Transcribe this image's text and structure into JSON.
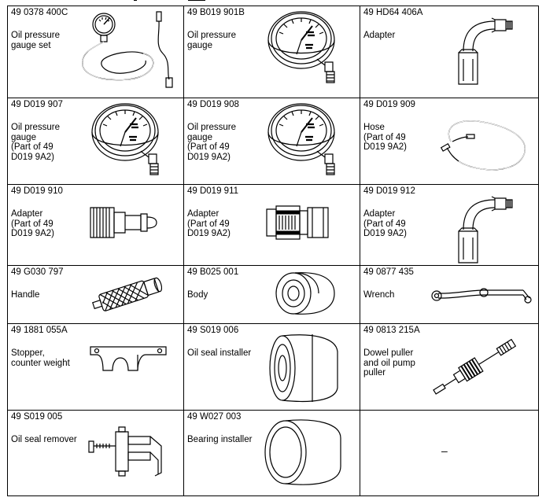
{
  "table": {
    "rows": [
      [
        {
          "part": "49 0378 400C",
          "desc": [
            "Oil pressure",
            "gauge set"
          ],
          "icon": "oil-pressure-gauge-set-icon"
        },
        {
          "part": "49 B019 901B",
          "desc": [
            "Oil pressure",
            "gauge"
          ],
          "icon": "oil-pressure-gauge-icon"
        },
        {
          "part": "49 HD64 406A",
          "desc": [
            "Adapter"
          ],
          "icon": "elbow-adapter-icon"
        }
      ],
      [
        {
          "part": "49 D019 907",
          "desc": [
            "Oil pressure",
            "gauge",
            "(Part of 49",
            "D019 9A2)"
          ],
          "icon": "oil-pressure-gauge-icon"
        },
        {
          "part": "49 D019 908",
          "desc": [
            "Oil pressure",
            "gauge",
            "(Part of 49",
            "D019 9A2)"
          ],
          "icon": "oil-pressure-gauge-icon"
        },
        {
          "part": "49 D019 909",
          "desc": [
            "Hose",
            "(Part of 49",
            "D019 9A2)"
          ],
          "icon": "hose-icon"
        }
      ],
      [
        {
          "part": "49 D019 910",
          "desc": [
            "Adapter",
            "(Part of 49",
            "D019 9A2)"
          ],
          "icon": "straight-adapter-icon"
        },
        {
          "part": "49 D019 911",
          "desc": [
            "Adapter",
            "(Part of 49",
            "D019 9A2)"
          ],
          "icon": "quick-coupler-adapter-icon"
        },
        {
          "part": "49 D019 912",
          "desc": [
            "Adapter",
            "(Part of 49",
            "D019 9A2)"
          ],
          "icon": "elbow-adapter-icon"
        }
      ],
      [
        {
          "part": "49 G030 797",
          "desc": [
            "Handle"
          ],
          "icon": "knurled-handle-icon"
        },
        {
          "part": "49 B025 001",
          "desc": [
            "Body"
          ],
          "icon": "cylindrical-body-icon"
        },
        {
          "part": "49 0877 435",
          "desc": [
            "Wrench"
          ],
          "icon": "wrench-icon"
        }
      ],
      [
        {
          "part": "49 1881 055A",
          "desc": [
            "Stopper,",
            "counter weight"
          ],
          "icon": "stopper-bracket-icon"
        },
        {
          "part": "49 S019 006",
          "desc": [
            "Oil seal installer"
          ],
          "icon": "seal-installer-icon"
        },
        {
          "part": "49 0813 215A",
          "desc": [
            "Dowel puller",
            "and oil pump",
            "puller"
          ],
          "icon": "dowel-puller-icon"
        }
      ],
      [
        {
          "part": "49 S019 005",
          "desc": [
            "Oil seal remover"
          ],
          "icon": "seal-remover-icon"
        },
        {
          "part": "49 W027 003",
          "desc": [
            "Bearing installer"
          ],
          "icon": "bearing-installer-icon"
        },
        {
          "part": "",
          "desc": [],
          "icon": "",
          "placeholder": "–"
        }
      ]
    ]
  }
}
